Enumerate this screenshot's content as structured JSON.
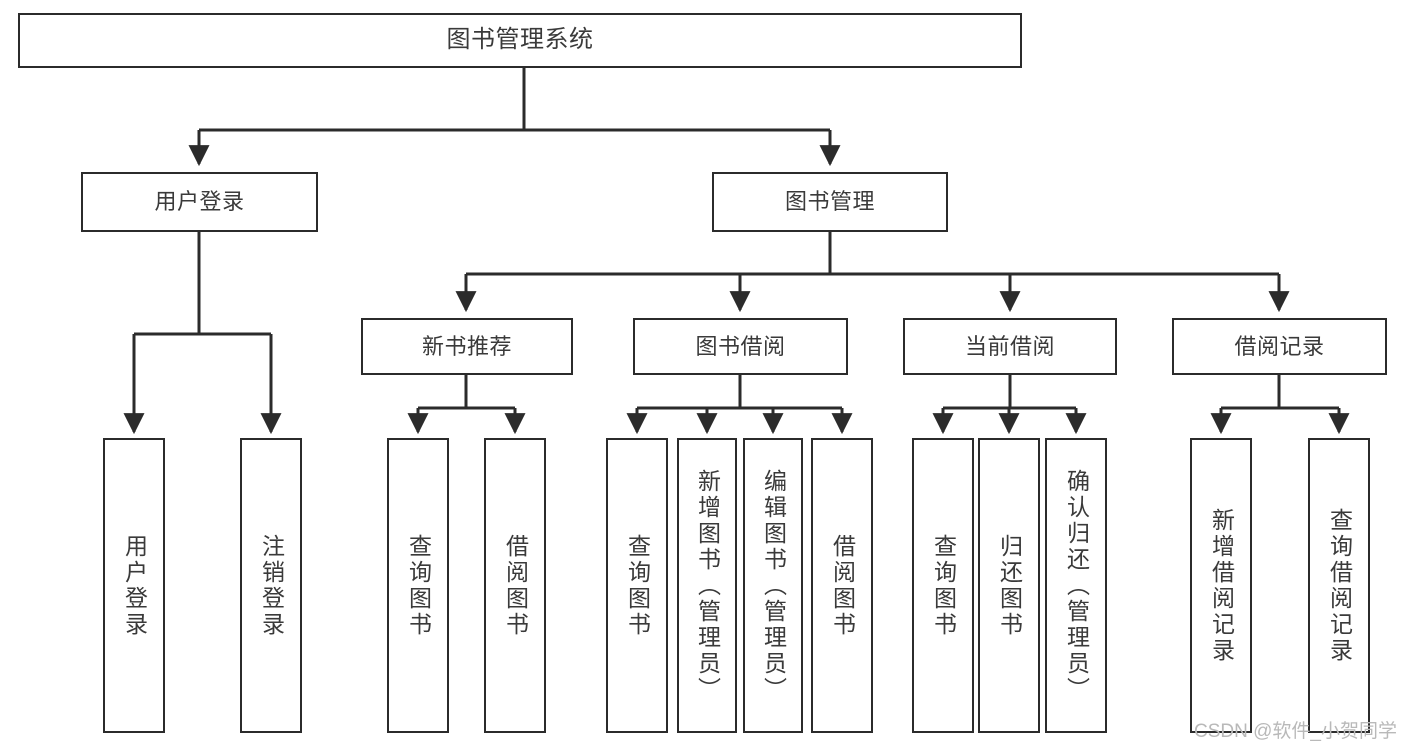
{
  "diagram": {
    "type": "tree-hierarchy",
    "title": "图书管理系统",
    "root": {
      "label": "图书管理系统"
    },
    "level1": [
      {
        "label": "用户登录"
      },
      {
        "label": "图书管理"
      }
    ],
    "level2": [
      {
        "label": "新书推荐"
      },
      {
        "label": "图书借阅"
      },
      {
        "label": "当前借阅"
      },
      {
        "label": "借阅记录"
      }
    ],
    "leaves": {
      "user_login": [
        {
          "label": "用户登录"
        },
        {
          "label": "注销登录"
        }
      ],
      "new_book_recommend": [
        {
          "label": "查询图书"
        },
        {
          "label": "借阅图书"
        }
      ],
      "book_borrow": [
        {
          "label": "查询图书"
        },
        {
          "label": "新增图书（管理员）"
        },
        {
          "label": "编辑图书（管理员）"
        },
        {
          "label": "借阅图书"
        }
      ],
      "current_borrow": [
        {
          "label": "查询图书"
        },
        {
          "label": "归还图书"
        },
        {
          "label": "确认归还（管理员）"
        }
      ],
      "borrow_record": [
        {
          "label": "新增借阅记录"
        },
        {
          "label": "查询借阅记录"
        }
      ]
    }
  },
  "watermark": {
    "text": "CSDN @软件_小贺同学"
  },
  "colors": {
    "stroke": "#2b2b2b",
    "text": "#3a3a3a",
    "background": "#ffffff",
    "watermark": "#b9b9b9"
  }
}
